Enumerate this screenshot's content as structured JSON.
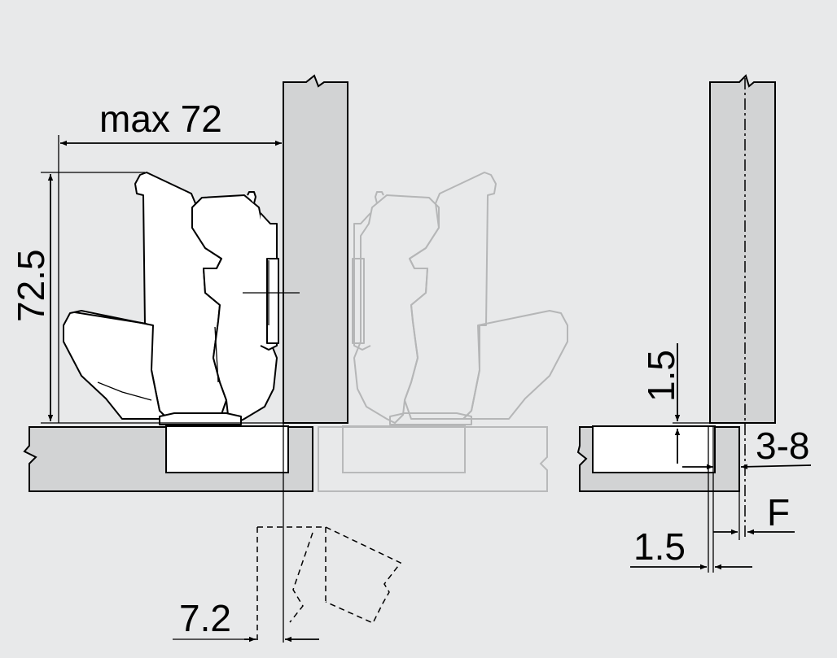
{
  "dimensions": {
    "max_width": "max 72",
    "height": "72.5",
    "offset_72": "7.2",
    "gap_15_vertical": "1.5",
    "overlay_range": "3-8",
    "label_f": "F",
    "gap_15_horizontal": "1.5"
  }
}
